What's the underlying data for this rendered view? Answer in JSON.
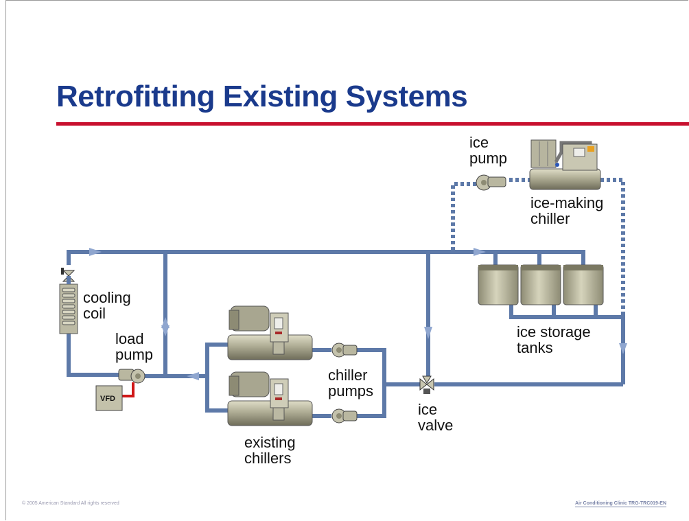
{
  "slide": {
    "title": "Retrofitting Existing Systems",
    "footer_left": "© 2005 American Standard   All rights reserved",
    "footer_right": "Air Conditioning Clinic TRG-TRC019-EN"
  },
  "labels": {
    "ice_pump": "ice\npump",
    "ice_making_chiller": "ice-making\nchiller",
    "cooling_coil": "cooling\ncoil",
    "load_pump": "load\npump",
    "vfd": "VFD",
    "chiller_pumps": "chiller\npumps",
    "ice_valve": "ice\nvalve",
    "ice_storage_tanks": "ice storage\ntanks",
    "existing_chillers": "existing\nchillers"
  },
  "colors": {
    "title": "#1a3a8c",
    "rule": "#c8102e",
    "pipe": "#5d79a8",
    "equipment": "#b9b7a0",
    "vfd_wire": "#d01818"
  }
}
